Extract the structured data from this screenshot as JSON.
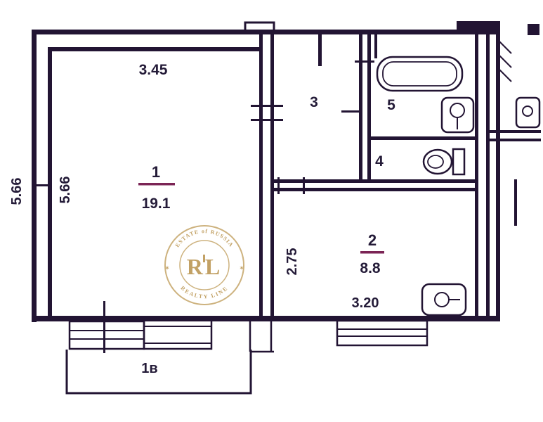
{
  "colors": {
    "line": "#221433",
    "underline": "#7b2455",
    "text": "#241b38",
    "watermark_gold": "#bd9a58",
    "watermark_ring": "#c9ac74",
    "background": "#ffffff"
  },
  "rooms": {
    "room1": {
      "number": "1",
      "area": "19.1"
    },
    "room2": {
      "number": "2",
      "area": "8.8"
    },
    "room3": {
      "number": "3"
    },
    "room4": {
      "number": "4"
    },
    "room5": {
      "number": "5"
    }
  },
  "dimensions": {
    "room1_width": "3.45",
    "room1_depth": "5.66",
    "outer_left": "5.66",
    "room2_depth": "2.75",
    "room2_width": "3.20"
  },
  "balcony": {
    "label": "1в"
  },
  "watermark": {
    "monogram": "RL",
    "arc_top": "ESTATE of RUSSIA",
    "arc_bottom": "REALTY LINE"
  }
}
